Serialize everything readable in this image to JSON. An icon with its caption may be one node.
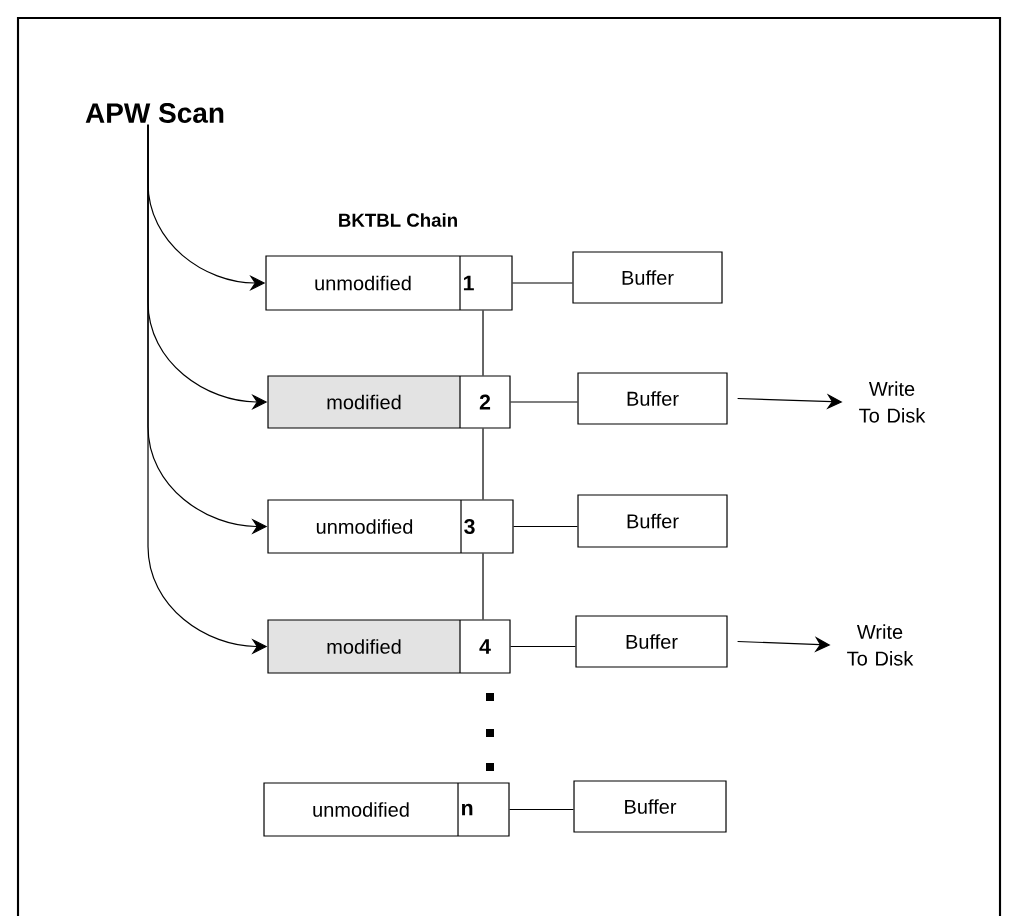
{
  "diagram": {
    "nodes": [
      {
        "text": [
          "APW Scan"
        ]
      },
      {
        "text": [
          "unmodified",
          "1"
        ]
      },
      {
        "text": [
          "Buffer"
        ]
      },
      {
        "text": [
          "modified",
          "2"
        ]
      },
      {
        "text": [
          "Buffer"
        ]
      },
      {
        "text": [
          "Write To Disk"
        ]
      },
      {
        "text": [
          "unmodified",
          "3"
        ]
      },
      {
        "text": [
          "Buffer"
        ]
      },
      {
        "text": [
          "modified",
          "4"
        ]
      },
      {
        "text": [
          "Buffer"
        ]
      },
      {
        "text": [
          "Write To Disk"
        ]
      },
      {
        "text": [
          "unmodified",
          "n"
        ]
      },
      {
        "text": [
          "Buffer"
        ]
      }
    ],
    "edges": [
      {
        "from": 0,
        "to": 1,
        "arrow": "to"
      },
      {
        "from": 0,
        "to": 3,
        "arrow": "to"
      },
      {
        "from": 0,
        "to": 6,
        "arrow": "to"
      },
      {
        "from": 0,
        "to": 8,
        "arrow": "to"
      },
      {
        "from": 1,
        "to": 2,
        "arrow": "none"
      },
      {
        "from": 3,
        "to": 4,
        "arrow": "none"
      },
      {
        "from": 6,
        "to": 7,
        "arrow": "none"
      },
      {
        "from": 8,
        "to": 9,
        "arrow": "none"
      },
      {
        "from": 11,
        "to": 12,
        "arrow": "none"
      },
      {
        "from": 1,
        "to": 3,
        "arrow": "none"
      },
      {
        "from": 3,
        "to": 6,
        "arrow": "none"
      },
      {
        "from": 6,
        "to": 8,
        "arrow": "none"
      },
      {
        "from": 4,
        "to": 5,
        "arrow": "to"
      },
      {
        "from": 9,
        "to": 10,
        "arrow": "to"
      }
    ],
    "labels": [
      "BKTBL Chain"
    ]
  }
}
